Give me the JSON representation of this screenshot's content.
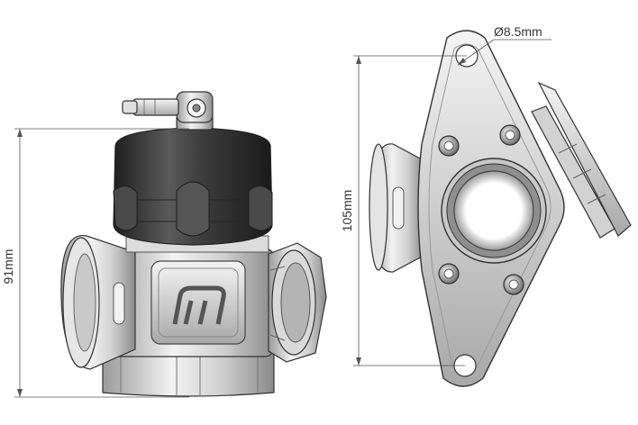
{
  "dimensions": {
    "height_left": "91mm",
    "height_right": "105mm",
    "hole_diameter": "Ø8.5mm"
  },
  "colors": {
    "dark_cap": "#3a3a3a",
    "metal_light": "#e9e9e9",
    "metal_mid": "#bdbdbd",
    "metal_dark": "#7a7a7a",
    "outline": "#333333",
    "dim_line": "#555555"
  },
  "icons": {
    "logo": "tial-logo"
  }
}
